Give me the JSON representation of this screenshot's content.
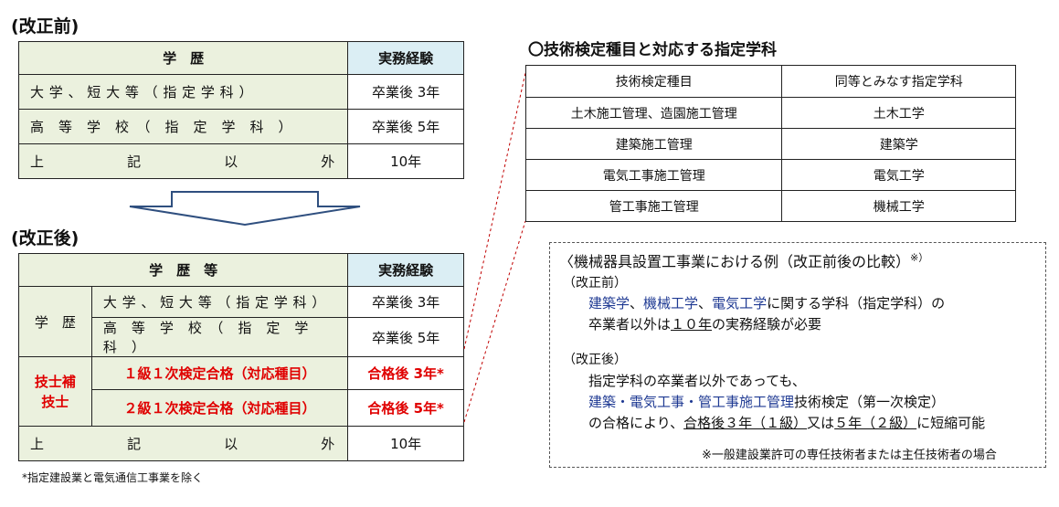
{
  "before": {
    "heading": "(改正前)",
    "col_header_edu": "学　歴",
    "col_header_exp": "実務経験",
    "rows": [
      {
        "edu": "大 学 、 短 大 等 （ 指 定 学 科 ）",
        "exp": "卒業後 3年"
      },
      {
        "edu": "高　等　学　校　（　指　定　学　科　）",
        "exp": "卒業後 5年"
      },
      {
        "edu_chars": [
          "上",
          "記",
          "以",
          "外"
        ],
        "exp": "10年"
      }
    ]
  },
  "after": {
    "heading": "(改正後)",
    "col_header_edu": "学　歴　等",
    "col_header_exp": "実務経験",
    "group1_label": "学　歴",
    "group1_rows": [
      {
        "edu": "大 学 、 短 大 等 （ 指 定 学 科 ）",
        "exp": "卒業後 3年"
      },
      {
        "edu": "高　等　学　校　（　指　定　学　科　）",
        "exp": "卒業後 5年"
      }
    ],
    "group2_label_line1": "技士補",
    "group2_label_line2": "技士",
    "group2_rows": [
      {
        "edu": "１級１次検定合格（対応種目）",
        "exp": "合格後 3年*"
      },
      {
        "edu": "２級１次検定合格（対応種目）",
        "exp": "合格後 5年*"
      }
    ],
    "last_row": {
      "edu_chars": [
        "上",
        "記",
        "以",
        "外"
      ],
      "exp": "10年"
    },
    "footnote": "*指定建設業と電気通信工事業を除く"
  },
  "right_table": {
    "title": "〇技術検定種目と対応する指定学科",
    "col1": "技術検定種目",
    "col2": "同等とみなす指定学科",
    "rows": [
      {
        "a": "土木施工管理、造園施工管理",
        "b": "土木工学"
      },
      {
        "a": "建築施工管理",
        "b": "建築学"
      },
      {
        "a": "電気工事施工管理",
        "b": "電気工学"
      },
      {
        "a": "管工事施工管理",
        "b": "機械工学"
      }
    ]
  },
  "example": {
    "title": "〈機械器具設置工事業における例（改正前後の比較）",
    "title_sup": "※）",
    "before_label": "（改正前）",
    "before_l1_blue1": "建築学",
    "before_l1_sep1": "、",
    "before_l1_blue2": "機械工学",
    "before_l1_sep2": "、",
    "before_l1_blue3": "電気工学",
    "before_l1_rest": "に関する学科（指定学科）の",
    "before_l2_pre": "卒業者以外は",
    "before_l2_u": "１０年",
    "before_l2_post": "の実務経験が必要",
    "after_label": "（改正後）",
    "after_l1": "指定学科の卒業者以外であっても、",
    "after_l2_blue": "建築・電気工事・管工事施工管理",
    "after_l2_rest": "技術検定（第一次検定）",
    "after_l3_pre": "の合格により、",
    "after_l3_u1": "合格後３年（１級）",
    "after_l3_mid": "又は",
    "after_l3_u2": "５年（２級）",
    "after_l3_post": "に短縮可能",
    "note": "※一般建設業許可の専任技術者または主任技術者の場合"
  }
}
